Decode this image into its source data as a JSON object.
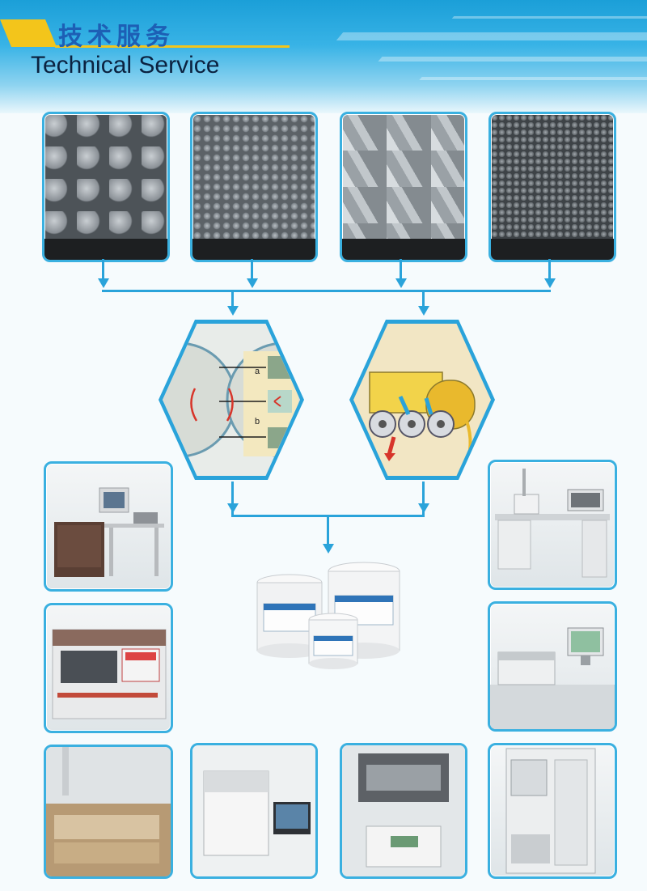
{
  "header": {
    "title_cn": "技术服务",
    "title_en": "Technical Service"
  },
  "diagram": {
    "roll_labels": [
      "a",
      "b"
    ]
  },
  "colors": {
    "accent_blue": "#2aa3da",
    "title_blue": "#1d5fb5",
    "tab_yellow": "#f3c51b"
  }
}
